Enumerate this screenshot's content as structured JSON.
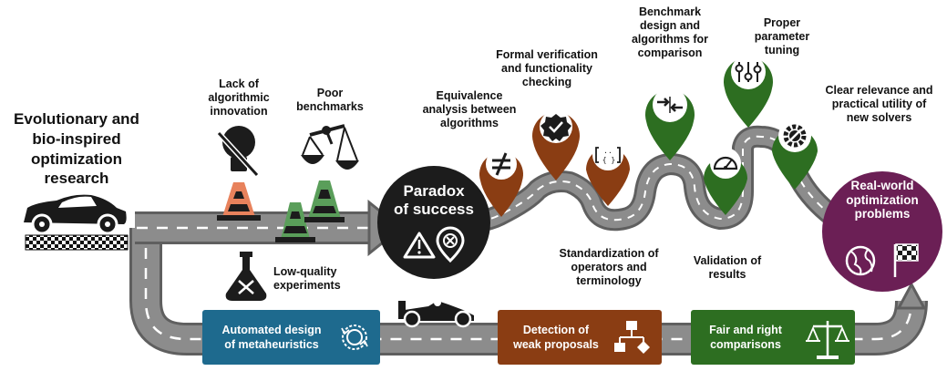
{
  "colors": {
    "road": "#8c8c8c",
    "road_edge": "#5f5f5f",
    "lane_mark": "#ffffff",
    "black": "#1c1c1c",
    "brown": "#8a3d13",
    "green": "#2d6e21",
    "blue": "#1e6a8e",
    "purple": "#6b1f55",
    "cone_orange": "#e8825c",
    "cone_green": "#5a9e5a"
  },
  "start": {
    "title": "Evolutionary and bio-inspired optimization research",
    "lines": [
      "Evolutionary and",
      "bio-inspired",
      "optimization",
      "research"
    ]
  },
  "problems": {
    "lack": {
      "lines": [
        "Lack of",
        "algorithmic",
        "innovation"
      ],
      "icon": "lightbulb-off-icon"
    },
    "poor": {
      "lines": [
        "Poor",
        "benchmarks"
      ],
      "icon": "unbalanced-scale-icon"
    },
    "low": {
      "lines": [
        "Low-quality",
        "experiments"
      ],
      "icon": "flask-x-icon"
    }
  },
  "paradox": {
    "lines": [
      "Paradox",
      "of success"
    ],
    "icons": [
      "warning-icon",
      "location-x-icon"
    ]
  },
  "milestones": [
    {
      "id": "equivalence",
      "lines": [
        "Equivalence",
        "analysis between",
        "algorithms"
      ],
      "icon": "not-equal-icon"
    },
    {
      "id": "formal",
      "lines": [
        "Formal verification",
        "and functionality",
        "checking"
      ],
      "icon": "check-badge-icon"
    },
    {
      "id": "standardization",
      "lines": [
        "Standardization of",
        "operators and",
        "terminology"
      ],
      "icon": "code-brackets-icon"
    },
    {
      "id": "benchmark",
      "lines": [
        "Benchmark",
        "design and",
        "algorithms for",
        "comparison"
      ],
      "icon": "compare-arrows-icon"
    },
    {
      "id": "validation",
      "lines": [
        "Validation of",
        "results"
      ],
      "icon": "gauge-icon"
    },
    {
      "id": "tuning",
      "lines": [
        "Proper",
        "parameter",
        "tuning"
      ],
      "icon": "sliders-icon"
    },
    {
      "id": "relevance",
      "lines": [
        "Clear relevance and",
        "practical utility of",
        "new solvers"
      ],
      "icon": "gear-wrench-icon"
    }
  ],
  "goal": {
    "lines": [
      "Real-world",
      "optimization",
      "problems"
    ],
    "icons": [
      "globe-icon",
      "checkered-flag-icon"
    ]
  },
  "bottom_boxes": [
    {
      "id": "automated",
      "lines": [
        "Automated design",
        "of metaheuristics"
      ],
      "icon": "gear-cycle-icon"
    },
    {
      "id": "detection",
      "lines": [
        "Detection of",
        "weak proposals"
      ],
      "icon": "flowchart-icon"
    },
    {
      "id": "fair",
      "lines": [
        "Fair and right",
        "comparisons"
      ],
      "icon": "balance-scale-icon"
    }
  ],
  "vehicles": [
    "sports-car-icon",
    "race-car-icon"
  ]
}
